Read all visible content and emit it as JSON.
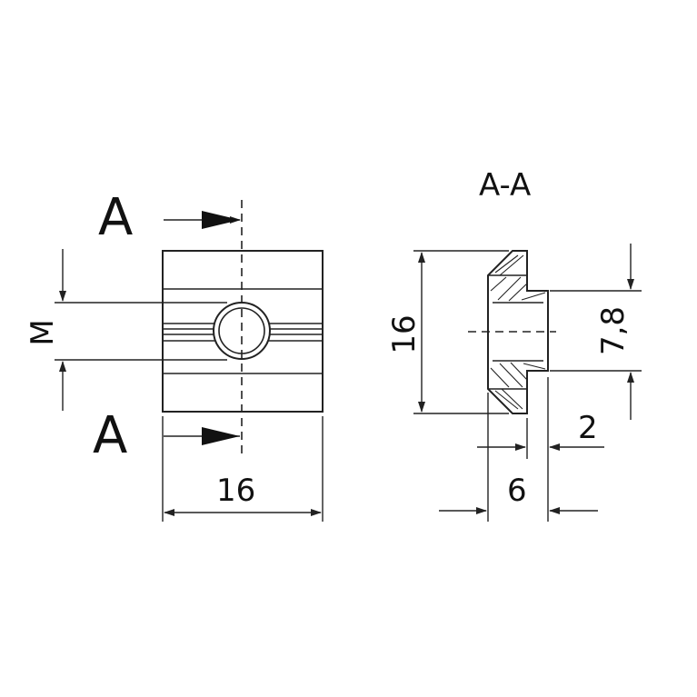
{
  "section_marker_top": "A",
  "section_marker_bottom": "A",
  "section_title": "A-A",
  "front_view": {
    "width_dim": "16",
    "thread_dim": "M"
  },
  "section_view": {
    "height_dim": "16",
    "thread_depth_dim": "7,8",
    "flange_dim": "2",
    "total_depth_dim": "6"
  },
  "colors": {
    "line": "#222222",
    "background": "#ffffff"
  }
}
